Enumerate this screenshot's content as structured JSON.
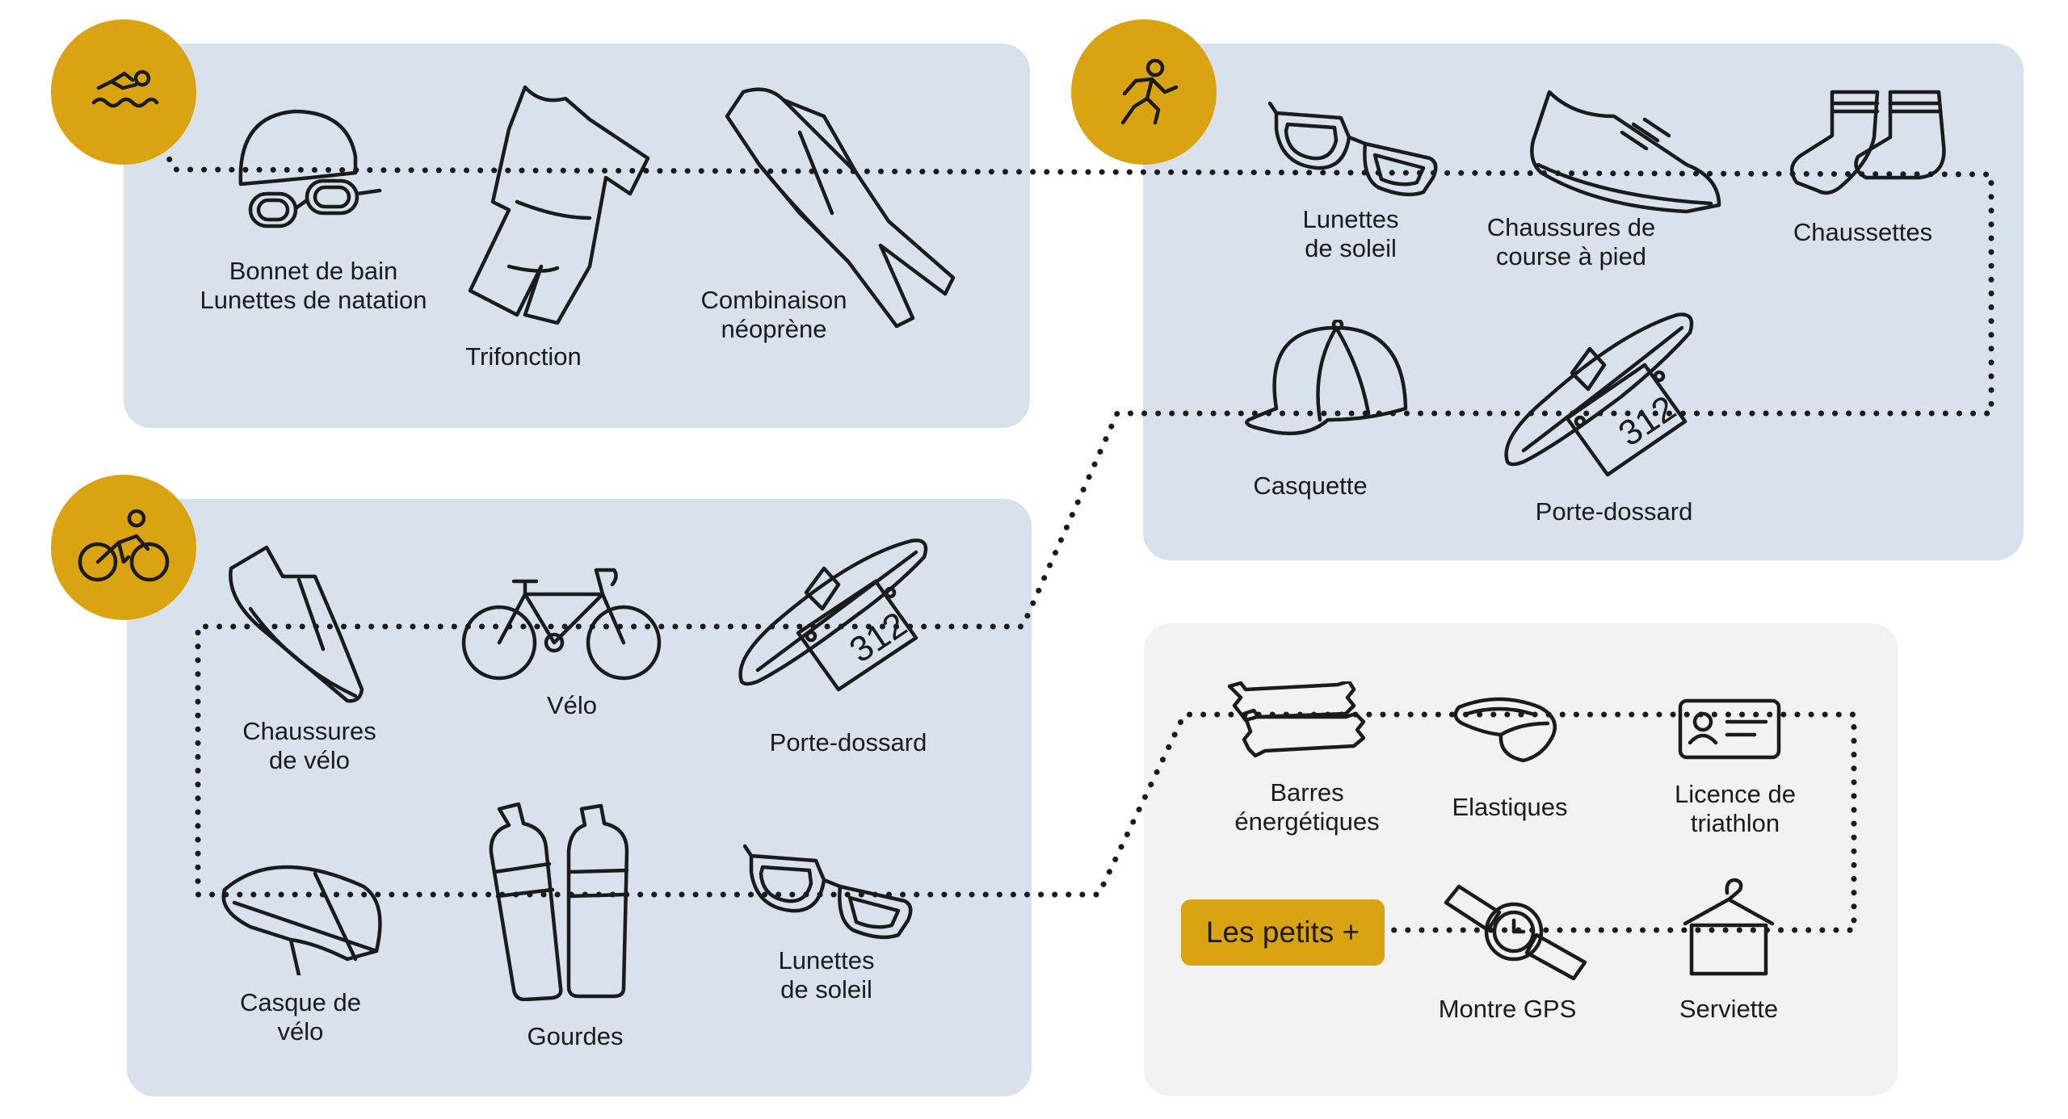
{
  "colors": {
    "panel_blue": "#d9e1ec",
    "panel_grey": "#f2f2f2",
    "accent_gold": "#d9a312",
    "ink": "#1b1b1b"
  },
  "sections": {
    "swim": {
      "icon": "swimmer-icon",
      "items": [
        {
          "icon": "swim-cap-goggles-icon",
          "label": "Bonnet de bain\nLunettes de natation"
        },
        {
          "icon": "trisuit-icon",
          "label": "Trifonction"
        },
        {
          "icon": "wetsuit-icon",
          "label": "Combinaison\nnéoprène"
        }
      ]
    },
    "run": {
      "icon": "runner-icon",
      "items": [
        {
          "icon": "sunglasses-icon",
          "label": "Lunettes\nde soleil"
        },
        {
          "icon": "running-shoe-icon",
          "label": "Chaussures de\ncourse à pied"
        },
        {
          "icon": "socks-icon",
          "label": "Chaussettes"
        },
        {
          "icon": "cap-icon",
          "label": "Casquette"
        },
        {
          "icon": "race-belt-icon",
          "label": "Porte-dossard"
        }
      ]
    },
    "bike": {
      "icon": "cyclist-icon",
      "items": [
        {
          "icon": "cycling-shoe-icon",
          "label": "Chaussures\nde vélo"
        },
        {
          "icon": "bicycle-icon",
          "label": "Vélo"
        },
        {
          "icon": "race-belt-icon",
          "label": "Porte-dossard"
        },
        {
          "icon": "bike-helmet-icon",
          "label": "Casque de\nvélo"
        },
        {
          "icon": "water-bottles-icon",
          "label": "Gourdes"
        },
        {
          "icon": "sunglasses-icon",
          "label": "Lunettes\nde soleil"
        }
      ]
    },
    "extras": {
      "title": "Les petits +",
      "items": [
        {
          "icon": "energy-bars-icon",
          "label": "Barres\nénergétiques"
        },
        {
          "icon": "elastic-laces-icon",
          "label": "Elastiques"
        },
        {
          "icon": "license-card-icon",
          "label": "Licence de\ntriathlon"
        },
        {
          "icon": "gps-watch-icon",
          "label": "Montre GPS"
        },
        {
          "icon": "towel-icon",
          "label": "Serviette"
        }
      ]
    }
  },
  "bib_number": "312"
}
